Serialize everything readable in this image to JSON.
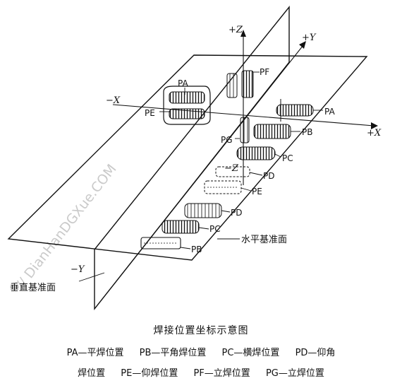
{
  "axes": {
    "pos_z": "+Z",
    "pos_y": "+Y",
    "neg_x": "−X",
    "pos_x": "+X",
    "neg_y": "−Y",
    "neg_z": "−Z"
  },
  "labels": {
    "pa_top": "PA",
    "pe_top": "PE",
    "pf": "PF",
    "pg": "PG",
    "pa_right": "PA",
    "pb_upper": "PB",
    "pc_upper": "PC",
    "pd_upper": "PD",
    "pe_lower": "PE",
    "pd_lower": "PD",
    "pc_lower": "PC",
    "pb_lower": "PB"
  },
  "plane_labels": {
    "horizontal": "水平基准面",
    "vertical": "垂直基准面"
  },
  "watermark": "// DianHanDGXue.COM",
  "caption": {
    "title": "焊接位置坐标示意图",
    "legend_line1": [
      "PA—平焊位置",
      "PB—平角焊位置",
      "PC—横焊位置",
      "PD—仰角"
    ],
    "legend_line2": [
      "焊位置",
      "PE—仰焊位置",
      "PF—立焊位置",
      "PG—立焊位置"
    ]
  },
  "colors": {
    "ink": "#111111",
    "watermark": "#b9b9b9",
    "background": "#ffffff"
  }
}
